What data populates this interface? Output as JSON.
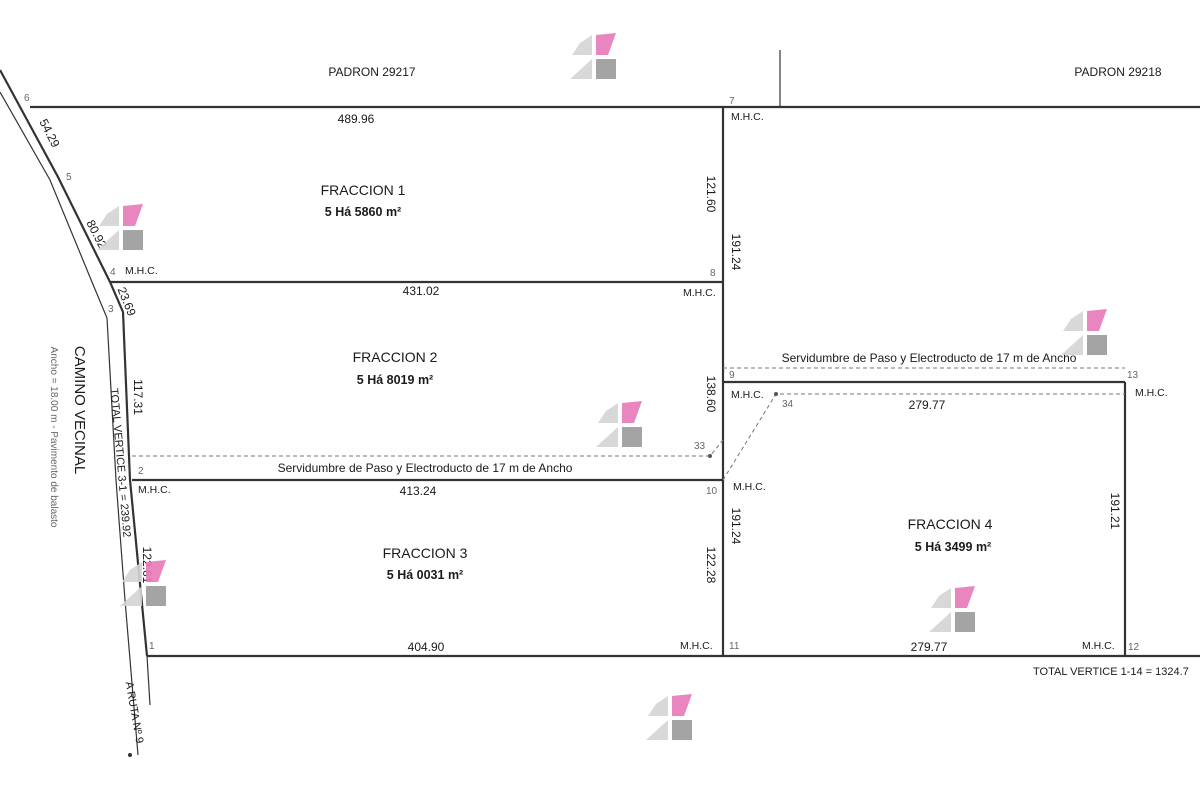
{
  "padrones": {
    "left": "PADRON 29217",
    "right": "PADRON 29218"
  },
  "fractions": [
    {
      "name": "FRACCION 1",
      "area": "5 Há 5860 m²"
    },
    {
      "name": "FRACCION 2",
      "area": "5 Há 8019 m²"
    },
    {
      "name": "FRACCION 3",
      "area": "5 Há 0031 m²"
    },
    {
      "name": "FRACCION 4",
      "area": "5 Há 3499 m²"
    }
  ],
  "dimensions": {
    "d_489_96": "489.96",
    "d_431_02": "431.02",
    "d_413_24": "413.24",
    "d_404_90": "404.90",
    "d_279_77_top": "279.77",
    "d_279_77_bottom": "279.77",
    "d_121_60": "121.60",
    "d_191_24_upper": "191.24",
    "d_138_60": "138.60",
    "d_191_24_lower": "191.24",
    "d_122_28": "122.28",
    "d_191_21": "191.21",
    "d_117_31": "117.31",
    "d_122_61": "122.61",
    "d_23_69": "23.69",
    "d_80_92": "80.92",
    "d_54_29": "54.29"
  },
  "vertices": {
    "v1": "1",
    "v2": "2",
    "v3": "3",
    "v4": "4",
    "v5": "5",
    "v6": "6",
    "v7": "7",
    "v8": "8",
    "v9": "9",
    "v10": "10",
    "v11": "11",
    "v12": "12",
    "v13": "13",
    "v33": "33",
    "v34": "34"
  },
  "mhc_label": "M.H.C.",
  "easements": {
    "upper": "Servidumbre de Paso y Electroducto de 17 m de Ancho",
    "lower": "Servidumbre de Paso y Electroducto de 17 m de Ancho"
  },
  "road": {
    "name": "CAMINO VECINAL",
    "subtitle": "Ancho = 18.00 m - Pavimento de balasto",
    "destination": "A RUTA Nº 9"
  },
  "totals": {
    "total_vertice_3_1": "TOTAL VERTICE 3-1 = 239.92",
    "total_vertice_1_14": "TOTAL VERTICE 1-14 = 1324.7"
  },
  "watermark": {
    "accent": "#e879b8",
    "grey_light": "#d4d4d4",
    "grey_dark": "#9a9a9a"
  }
}
